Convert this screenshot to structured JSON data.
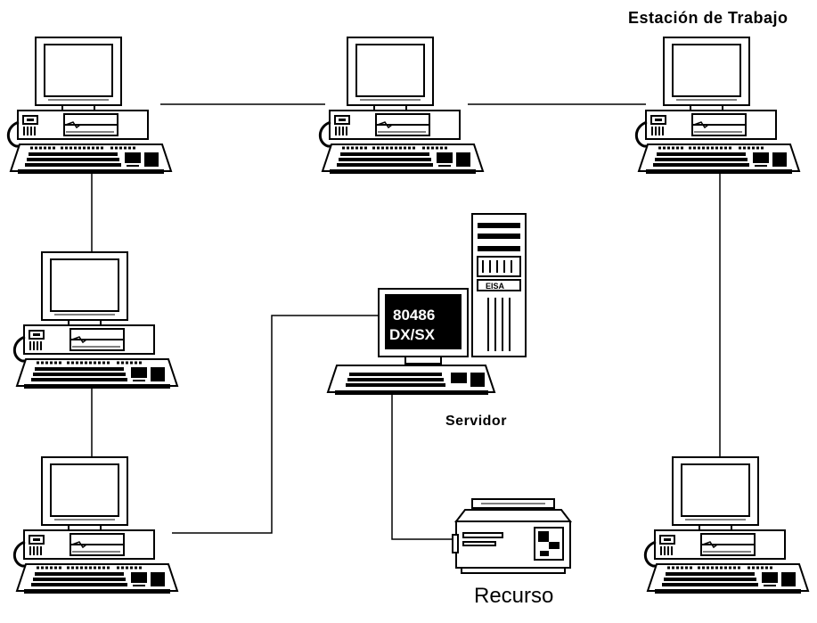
{
  "labels": {
    "workstation": "Estación de Trabajo",
    "server": "Servidor",
    "resource": "Recurso"
  },
  "server_screen": {
    "line1": "80486",
    "line2": "DX/SX",
    "case_badge": "EISA"
  },
  "nodes": [
    {
      "id": "workstation-top-left",
      "type": "workstation"
    },
    {
      "id": "workstation-top-middle",
      "type": "workstation"
    },
    {
      "id": "workstation-top-right",
      "type": "workstation"
    },
    {
      "id": "workstation-middle-left",
      "type": "workstation"
    },
    {
      "id": "workstation-bottom-left",
      "type": "workstation"
    },
    {
      "id": "workstation-bottom-right",
      "type": "workstation"
    },
    {
      "id": "server",
      "type": "server"
    },
    {
      "id": "printer",
      "type": "resource"
    }
  ],
  "connections": [
    [
      "workstation-top-left",
      "workstation-top-middle"
    ],
    [
      "workstation-top-middle",
      "workstation-top-right"
    ],
    [
      "workstation-top-left",
      "workstation-middle-left"
    ],
    [
      "workstation-middle-left",
      "workstation-bottom-left"
    ],
    [
      "workstation-bottom-left",
      "server"
    ],
    [
      "server",
      "printer"
    ],
    [
      "workstation-top-right",
      "workstation-bottom-right"
    ]
  ]
}
